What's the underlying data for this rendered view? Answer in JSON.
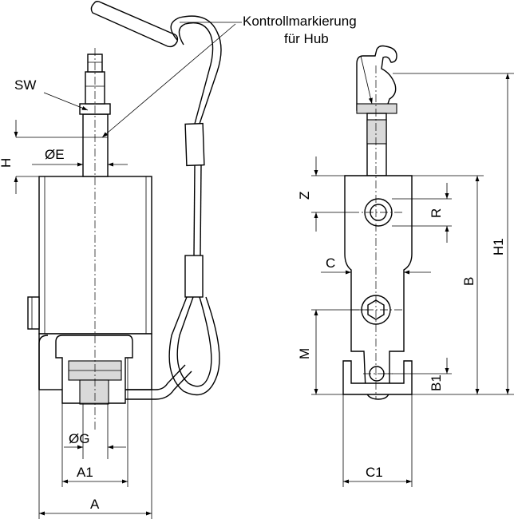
{
  "annotation": {
    "line1": "Kontrollmarkierung",
    "line2": "für Hub"
  },
  "labels": {
    "sw": "SW",
    "h": "H",
    "phi_e": "ØE",
    "phi_g": "ØG",
    "a1": "A1",
    "a": "A",
    "z": "Z",
    "r": "R",
    "c": "C",
    "b": "B",
    "h1": "H1",
    "m": "M",
    "b1": "B1",
    "c1": "C1"
  }
}
